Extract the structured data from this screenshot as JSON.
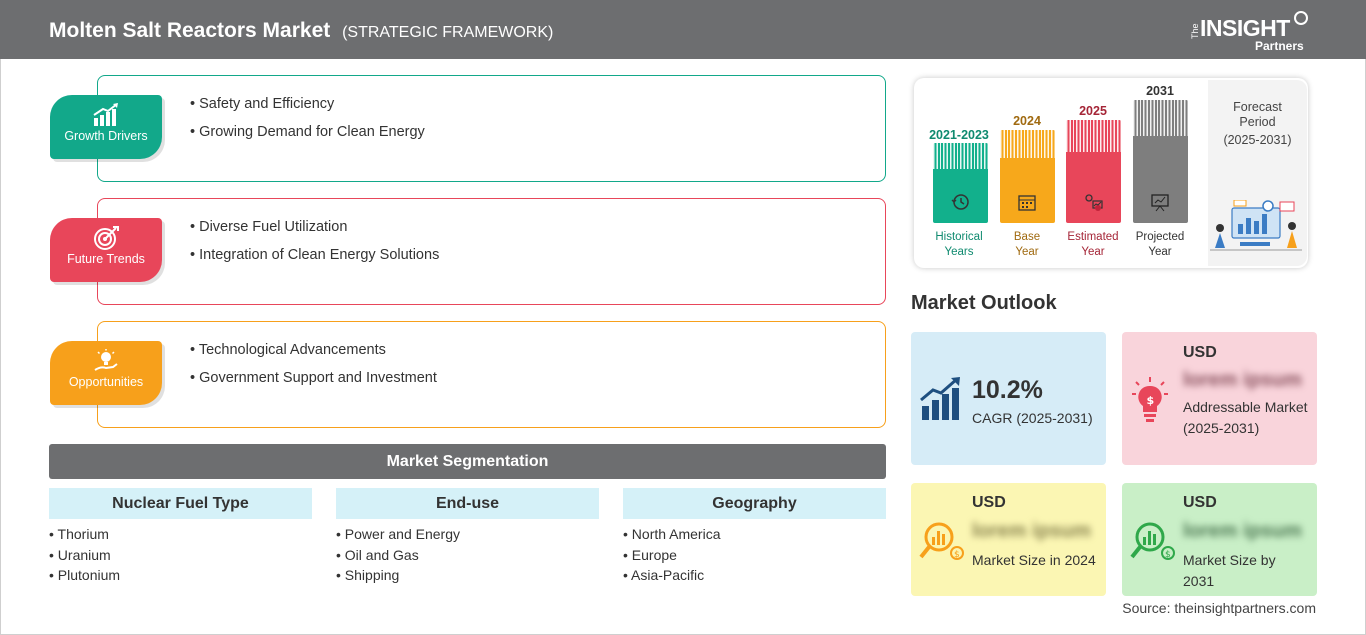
{
  "header": {
    "title": "Molten Salt Reactors Market",
    "subtitle": "(STRATEGIC FRAMEWORK)",
    "logo": {
      "the": "The",
      "insight": "INSIGHT",
      "partners": "Partners"
    }
  },
  "drivers": [
    {
      "label": "Growth Drivers",
      "color": "#12a88a",
      "icon": "bar-growth-icon",
      "items": [
        "Safety and Efficiency",
        "Growing Demand for Clean Energy"
      ]
    },
    {
      "label": "Future Trends",
      "color": "#e8465a",
      "icon": "target-icon",
      "items": [
        "Diverse Fuel Utilization",
        "Integration of Clean Energy Solutions"
      ]
    },
    {
      "label": "Opportunities",
      "color": "#f7a01b",
      "icon": "lightbulb-hand-icon",
      "items": [
        "Technological Advancements",
        "Government Support and Investment"
      ]
    }
  ],
  "segmentation": {
    "title": "Market Segmentation",
    "columns": [
      {
        "head": "Nuclear Fuel Type",
        "items": [
          "Thorium",
          "Uranium",
          "Plutonium"
        ]
      },
      {
        "head": "End-use",
        "items": [
          "Power and Energy",
          "Oil and Gas",
          "Shipping"
        ]
      },
      {
        "head": "Geography",
        "items": [
          "North America",
          "Europe",
          "Asia-Pacific"
        ]
      }
    ]
  },
  "timeline": {
    "bars": [
      {
        "year": "2021-2023",
        "caption": [
          "Historical",
          "Years"
        ],
        "color": "#12b08c",
        "text_color": "#0f8a6f",
        "icon": "history-clock-icon"
      },
      {
        "year": "2024",
        "caption": [
          "Base",
          "Year"
        ],
        "color": "#f7a81b",
        "text_color": "#a06a10",
        "icon": "calendar-icon"
      },
      {
        "year": "2025",
        "caption": [
          "Estimated",
          "Year"
        ],
        "color": "#e8465a",
        "text_color": "#a52537",
        "icon": "gears-chart-icon"
      },
      {
        "year": "2031",
        "caption": [
          "Projected",
          "Year"
        ],
        "color": "#7e7e7e",
        "text_color": "#333333",
        "icon": "presentation-icon"
      }
    ],
    "forecast": {
      "label_1": "Forecast",
      "label_2": "Period",
      "range": "(2025-2031)"
    }
  },
  "outlook": {
    "title": "Market Outlook",
    "cagr": {
      "value": "10.2%",
      "label": "CAGR (2025-2031)",
      "bg": "#d6ecf7"
    },
    "addressable": {
      "usd": "USD",
      "value": "lorem ipsum",
      "label": "Addressable Market (2025-2031)",
      "bg": "#f9d4db"
    },
    "size_2024": {
      "usd": "USD",
      "value": "lorem ipsum",
      "label": "Market Size in 2024",
      "bg": "#fbf6b3"
    },
    "size_2031": {
      "usd": "USD",
      "value": "lorem ipsum",
      "label": "Market Size by 2031",
      "bg": "#c9efc7"
    }
  },
  "source": "Source: theinsightpartners.com"
}
